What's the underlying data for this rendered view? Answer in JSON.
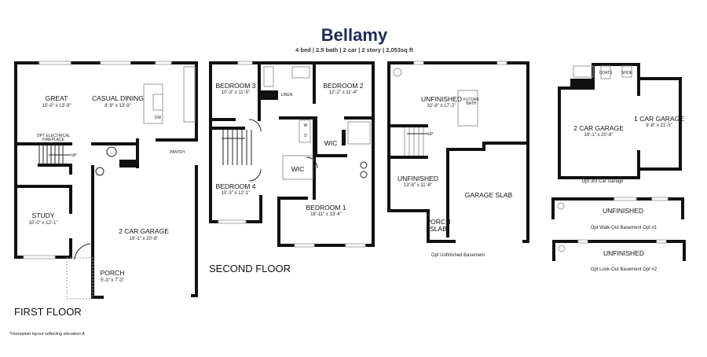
{
  "header": {
    "title": "Bellamy",
    "subtitle": "4 bed | 2.5 bath  |  2 car  |  2 story | 2,053sq ft",
    "title_color": "#1f2a5a"
  },
  "first_floor": {
    "label": "FIRST FLOOR",
    "rooms": {
      "great": {
        "name": "GREAT",
        "dim": "15'-0\" x 13'-9\""
      },
      "dining": {
        "name": "CASUAL DINING",
        "dim": "8'-9\" x 13'-9\""
      },
      "study": {
        "name": "STUDY",
        "dim": "10'-0\" x 12'-1\""
      },
      "garage": {
        "name": "2 CAR GARAGE",
        "dim": "19'-1\" x 20'-8\""
      },
      "porch": {
        "name": "PORCH",
        "dim": "5'-3\" x 7'-3\""
      }
    },
    "fireplace": "OPT ELECTRICAL",
    "fireplace2": "FIREPLACE",
    "pantry": "PANTRY",
    "dw": "DW",
    "up": "UP"
  },
  "second_floor": {
    "label": "SECOND FLOOR",
    "rooms": {
      "bed3": {
        "name": "BEDROOM 3",
        "dim": "10'-3\" x 11'-5\""
      },
      "bed2": {
        "name": "BEDROOM 2",
        "dim": "12'-2\" x 11'-4\""
      },
      "bed4": {
        "name": "BEDROOM 4",
        "dim": "10'-3\" x 12'-1\""
      },
      "bed1": {
        "name": "BEDROOM 1",
        "dim": "18'-11\" x 13'-4\""
      }
    },
    "linen": "LINEN",
    "washer": "W",
    "dryer": "D",
    "wic1": "WIC",
    "wic2": "WIC"
  },
  "basement": {
    "caption": "Opt Unfinished Basement",
    "main": {
      "name": "UNFINISHED",
      "dim": "32'-8\" x 17'-2\""
    },
    "future_bath": "FUTURE",
    "future_bath2": "BATH",
    "small": {
      "name": "UNFINISHED",
      "dim": "13'-8\" x 11'-8\""
    },
    "garage_slab": "GARAGE SLAB",
    "porch_slab": "PORCH",
    "porch_slab2": "SLAB",
    "up": "UP"
  },
  "options": {
    "third_garage": {
      "caption": "Opt 3rd Car Garage",
      "two": {
        "name": "2 CAR GARAGE",
        "dim": "19'-1\" x 20'-8\""
      },
      "one": {
        "name": "1 CAR GARAGE",
        "dim": "9'-8\" x 21'-5\""
      },
      "coats": "COATS",
      "shoe": "SHOE"
    },
    "walkout": {
      "name": "UNFINISHED",
      "caption": "Opt Walk-Out Basement Opt #1"
    },
    "lookout": {
      "name": "UNFINISHED",
      "caption": "Opt Look-Out Basement Opt #2"
    }
  },
  "footnote": "*Homeplan layout reflecting elevation A"
}
